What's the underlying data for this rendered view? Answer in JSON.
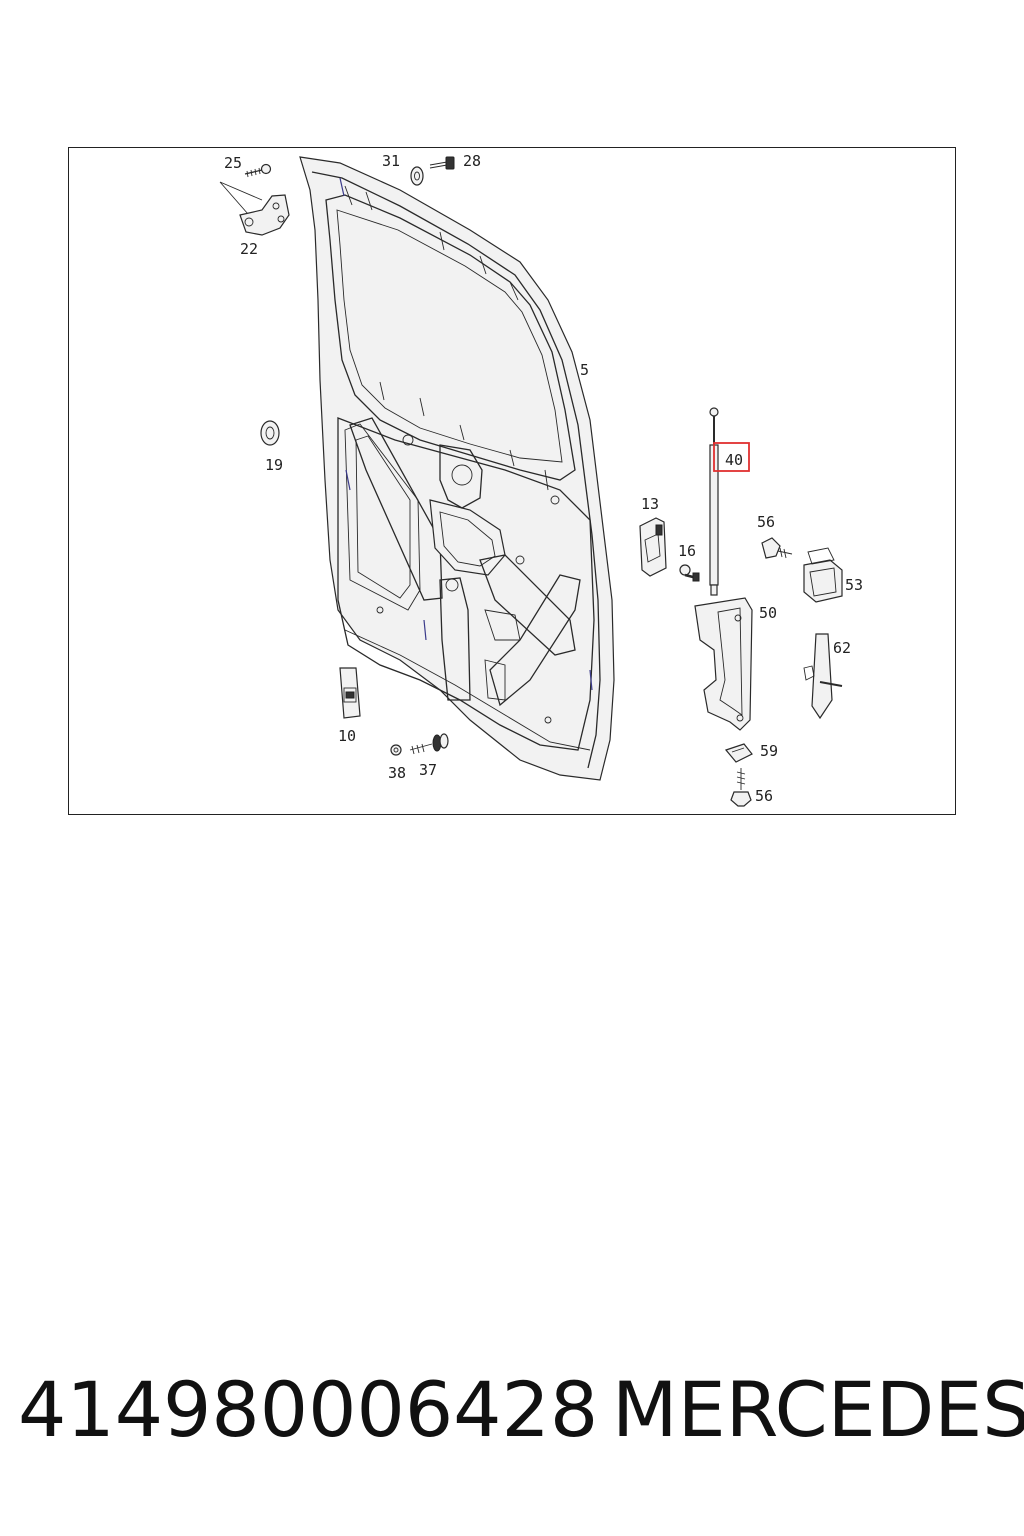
{
  "diagram": {
    "callouts": {
      "c25": "25",
      "c22": "22",
      "c31": "31",
      "c28": "28",
      "c5": "5",
      "c19": "19",
      "c40": "40",
      "c13": "13",
      "c16": "16",
      "c56a": "56",
      "c53": "53",
      "c50": "50",
      "c62": "62",
      "c10": "10",
      "c38": "38",
      "c37": "37",
      "c59": "59",
      "c56b": "56"
    },
    "highlighted_callout": "40",
    "highlight_color": "#e03030"
  },
  "footer": {
    "part_number": "41498000642​8",
    "brand": "MERCEDES"
  }
}
